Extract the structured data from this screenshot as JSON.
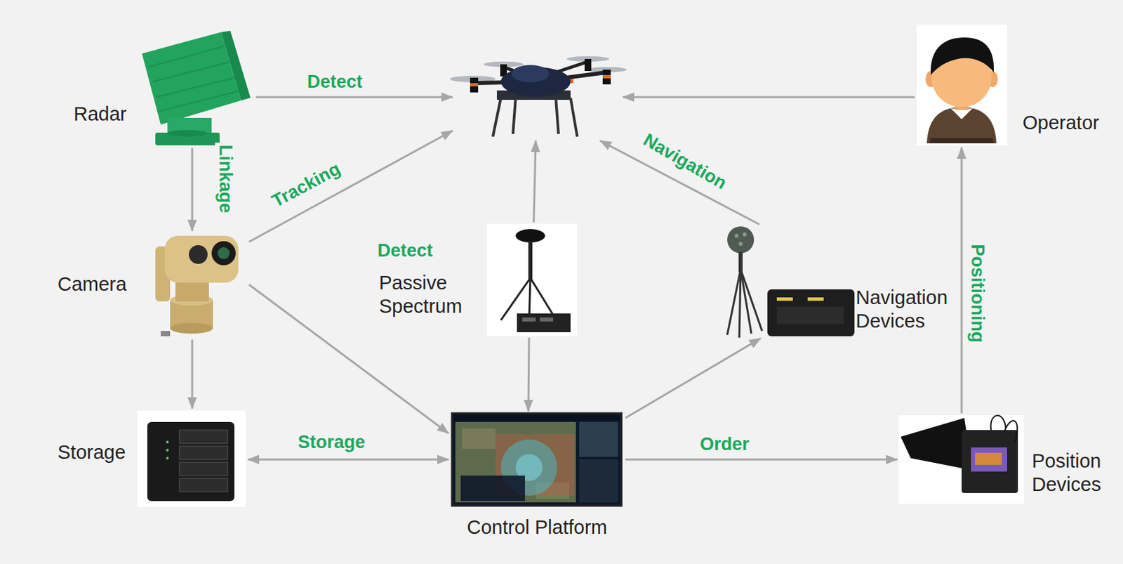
{
  "diagram": {
    "nodes": [
      {
        "text": [
          "Radar"
        ]
      },
      {
        "text": []
      },
      {
        "text": [
          "Operator"
        ]
      },
      {
        "text": [
          "Camera"
        ]
      },
      {
        "text": [
          "Passive Spectrum"
        ]
      },
      {
        "text": [
          "Navigation Devices"
        ]
      },
      {
        "text": [
          "Storage"
        ]
      },
      {
        "text": [
          "Control Platform"
        ]
      },
      {
        "text": [
          "Position Devices"
        ]
      }
    ],
    "edges": [
      {
        "from": 0,
        "to": 1,
        "label": "Detect",
        "arrow": "to"
      },
      {
        "from": 2,
        "to": 1,
        "arrow": "to"
      },
      {
        "from": 0,
        "to": 3,
        "label": "Linkage",
        "arrow": "to"
      },
      {
        "from": 3,
        "to": 1,
        "label": "Tracking",
        "arrow": "to"
      },
      {
        "from": 4,
        "to": 1,
        "label": "Detect",
        "arrow": "to"
      },
      {
        "from": 5,
        "to": 1,
        "label": "Navigation",
        "arrow": "to"
      },
      {
        "from": 3,
        "to": 6,
        "arrow": "to"
      },
      {
        "from": 3,
        "to": 7,
        "arrow": "to"
      },
      {
        "from": 4,
        "to": 7,
        "arrow": "to"
      },
      {
        "from": 6,
        "to": 7,
        "label": "Storage",
        "arrow": "both"
      },
      {
        "from": 7,
        "to": 5,
        "arrow": "to"
      },
      {
        "from": 7,
        "to": 8,
        "label": "Order",
        "arrow": "to"
      },
      {
        "from": 8,
        "to": 2,
        "label": "Positioning",
        "arrow": "to"
      }
    ]
  }
}
